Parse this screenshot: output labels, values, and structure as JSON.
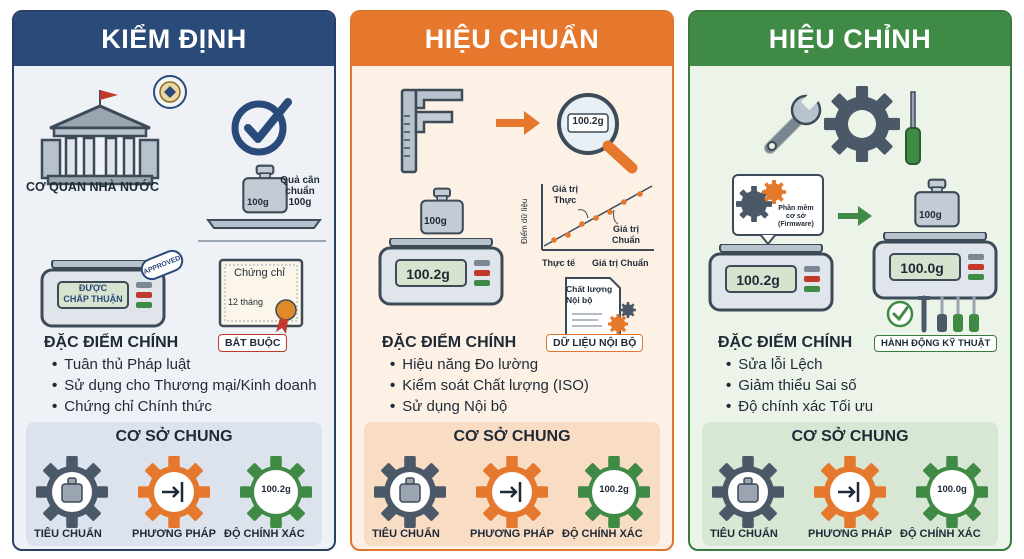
{
  "panels": [
    {
      "title": "KIỂM ĐỊNH",
      "gov_label": "CƠ QUAN NHÀ NƯỚC",
      "weight_value": "100g",
      "weight_caption": [
        "Quả cân",
        "chuẩn",
        "100g"
      ],
      "scale_screen_text": [
        "ĐƯỢC",
        "CHẤP THUẬN"
      ],
      "stamp_text": "APPROVED",
      "cert_title": "Chứng chỉ",
      "cert_sub": "12 tháng",
      "section_title": "ĐẶC ĐIỂM CHÍNH",
      "badge": "BẮT BUỘC",
      "features": [
        "Tuân thủ Pháp luật",
        "Sử dụng cho Thương mại/Kinh doanh",
        "Chứng chỉ Chính thức"
      ],
      "common_title": "CƠ SỞ CHUNG",
      "gear_labels": [
        "TIÊU CHUẨN",
        "PHƯƠNG PHÁP",
        "ĐỘ CHÍNH XÁC"
      ],
      "gear_readout": "100.2g"
    },
    {
      "title": "HIỆU CHUẨN",
      "magnifier_value": "100.2g",
      "weight_value": "100g",
      "scale_display": "100.2g",
      "chart_axis_y": "Điểm dữ liệu",
      "chart_axis_x1": "Thực tế",
      "chart_axis_x2": "Giá trị Chuẩn",
      "chart_note1": [
        "Giá trị",
        "Thực"
      ],
      "chart_note2": [
        "Giá trị",
        "Chuẩn"
      ],
      "doc_text": [
        "Chất lượng",
        "Nội bộ"
      ],
      "section_title": "ĐẶC ĐIỂM CHÍNH",
      "badge": "DỮ LIỆU NỘI BỘ",
      "features": [
        "Hiệu năng Đo lường",
        "Kiểm soát Chất lượng (ISO)",
        "Sử dụng Nội bộ"
      ],
      "common_title": "CƠ SỞ CHUNG",
      "gear_labels": [
        "TIÊU CHUẨN",
        "PHƯƠNG PHÁP",
        "ĐỘ CHÍNH XÁC"
      ],
      "gear_readout": "100.2g"
    },
    {
      "title": "HIỆU CHỈNH",
      "firmware_text": [
        "Phần mềm",
        "cơ sở",
        "(Firmware)"
      ],
      "scale_display_before": "100.2g",
      "weight_value": "100g",
      "scale_display_after": "100.0g",
      "section_title": "ĐẶC ĐIỂM CHÍNH",
      "badge": "HÀNH ĐỘNG KỸ THUẬT",
      "features": [
        "Sửa lỗi Lệch",
        "Giảm thiểu Sai số",
        "Độ chính xác Tối ưu"
      ],
      "common_title": "CƠ SỞ CHUNG",
      "gear_labels": [
        "TIÊU CHUẨN",
        "PHƯƠNG PHÁP",
        "ĐỘ CHÍNH XÁC"
      ],
      "gear_readout": "100.0g"
    }
  ],
  "colors": {
    "navy": "#2a4a7a",
    "orange": "#e5782c",
    "green": "#3f8a44",
    "slate": "#4a5868",
    "red": "#c0392b"
  }
}
